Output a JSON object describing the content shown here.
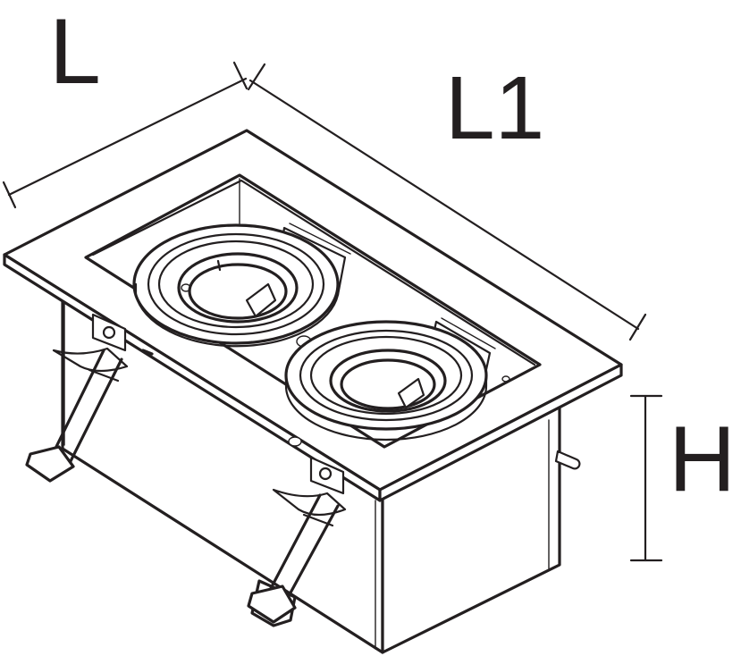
{
  "dimensions": {
    "length_label": "L",
    "length1_label": "L1",
    "height_label": "H"
  },
  "colors": {
    "line": "#231f20",
    "background": "#ffffff"
  }
}
